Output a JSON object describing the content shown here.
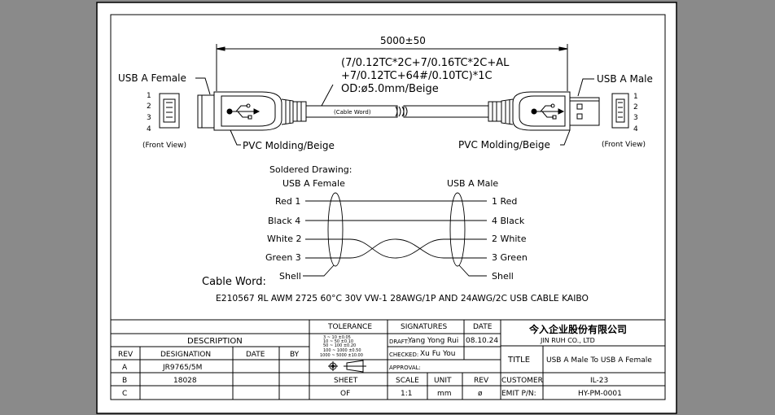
{
  "drawing": {
    "length_dim": "5000±50",
    "cable_spec_line1": "(7/0.12TC*2C+7/0.16TC*2C+AL",
    "cable_spec_line2": "+7/0.12TC+64#/0.10TC)*1C",
    "cable_spec_line3": "OD:ø5.0mm/Beige",
    "left_connector_label": "USB A Female",
    "right_connector_label": "USB A Male",
    "left_molding_label": "PVC Molding/Beige",
    "right_molding_label": "PVC Molding/Beige",
    "cable_word_small": "(Cable Word)",
    "front_view_left": "(Front View)",
    "front_view_right": "(Front View)",
    "pins_left": [
      "1",
      "2",
      "3",
      "4"
    ],
    "pins_right": [
      "1",
      "2",
      "3",
      "4"
    ]
  },
  "soldered": {
    "title": "Soldered Drawing:",
    "left_header": "USB A Female",
    "right_header": "USB A Male",
    "left_rows": [
      "Red 1",
      "Black 4",
      "White 2",
      "Green 3",
      "Shell"
    ],
    "right_rows": [
      "1 Red",
      "4 Black",
      "2 White",
      "3 Green",
      "Shell"
    ]
  },
  "cable_word": {
    "label": "Cable Word:",
    "text": "E210567 ЯL AWM 2725 60°C 30V VW-1 28AWG/1P AND 24AWG/2C USB CABLE KAIBO"
  },
  "title_block": {
    "description_header": "DESCRIPTION",
    "col_rev": "REV",
    "col_designation": "DESIGNATION",
    "col_date": "DATE",
    "col_by": "BY",
    "rows": [
      {
        "rev": "A",
        "designation": "JR9765/5M"
      },
      {
        "rev": "B",
        "designation": "18028"
      },
      {
        "rev": "C",
        "designation": ""
      }
    ],
    "tolerance_header": "TOLERANCE",
    "tolerance_lines": [
      "3 ~ 10   ±0.05",
      "10 ~ 50   ±0.10",
      "50 ~ 100  ±0.20",
      "100 ~ 1000 ±0.50",
      "1000 ~ 5000 ±10.00"
    ],
    "signatures_header": "SIGNATURES",
    "date_header": "DATE",
    "draft_label": "DRAFT:",
    "draft_name": "Yang Yong Rui",
    "draft_date": "08.10.24",
    "checked_label": "CHECKED:",
    "checked_name": "Xu Fu You",
    "approval_label": "APPROVAL:",
    "sheet_label": "SHEET",
    "sheet_value": "OF",
    "scale_label": "SCALE",
    "scale_value": "1:1",
    "unit_label": "UNIT",
    "unit_value": "mm",
    "rev_label": "REV",
    "rev_value": "ø",
    "company_cn": "今入企业股份有限公司",
    "company_en": "JIN RUH CO., LTD",
    "title_label": "TITLE",
    "title_value": "USB A Male To USB A Female",
    "customer_label": "CUSTOMER",
    "customer_value": "IL-23",
    "emit_label": "EMIT P/N:",
    "emit_value": "HY-PM-0001"
  }
}
